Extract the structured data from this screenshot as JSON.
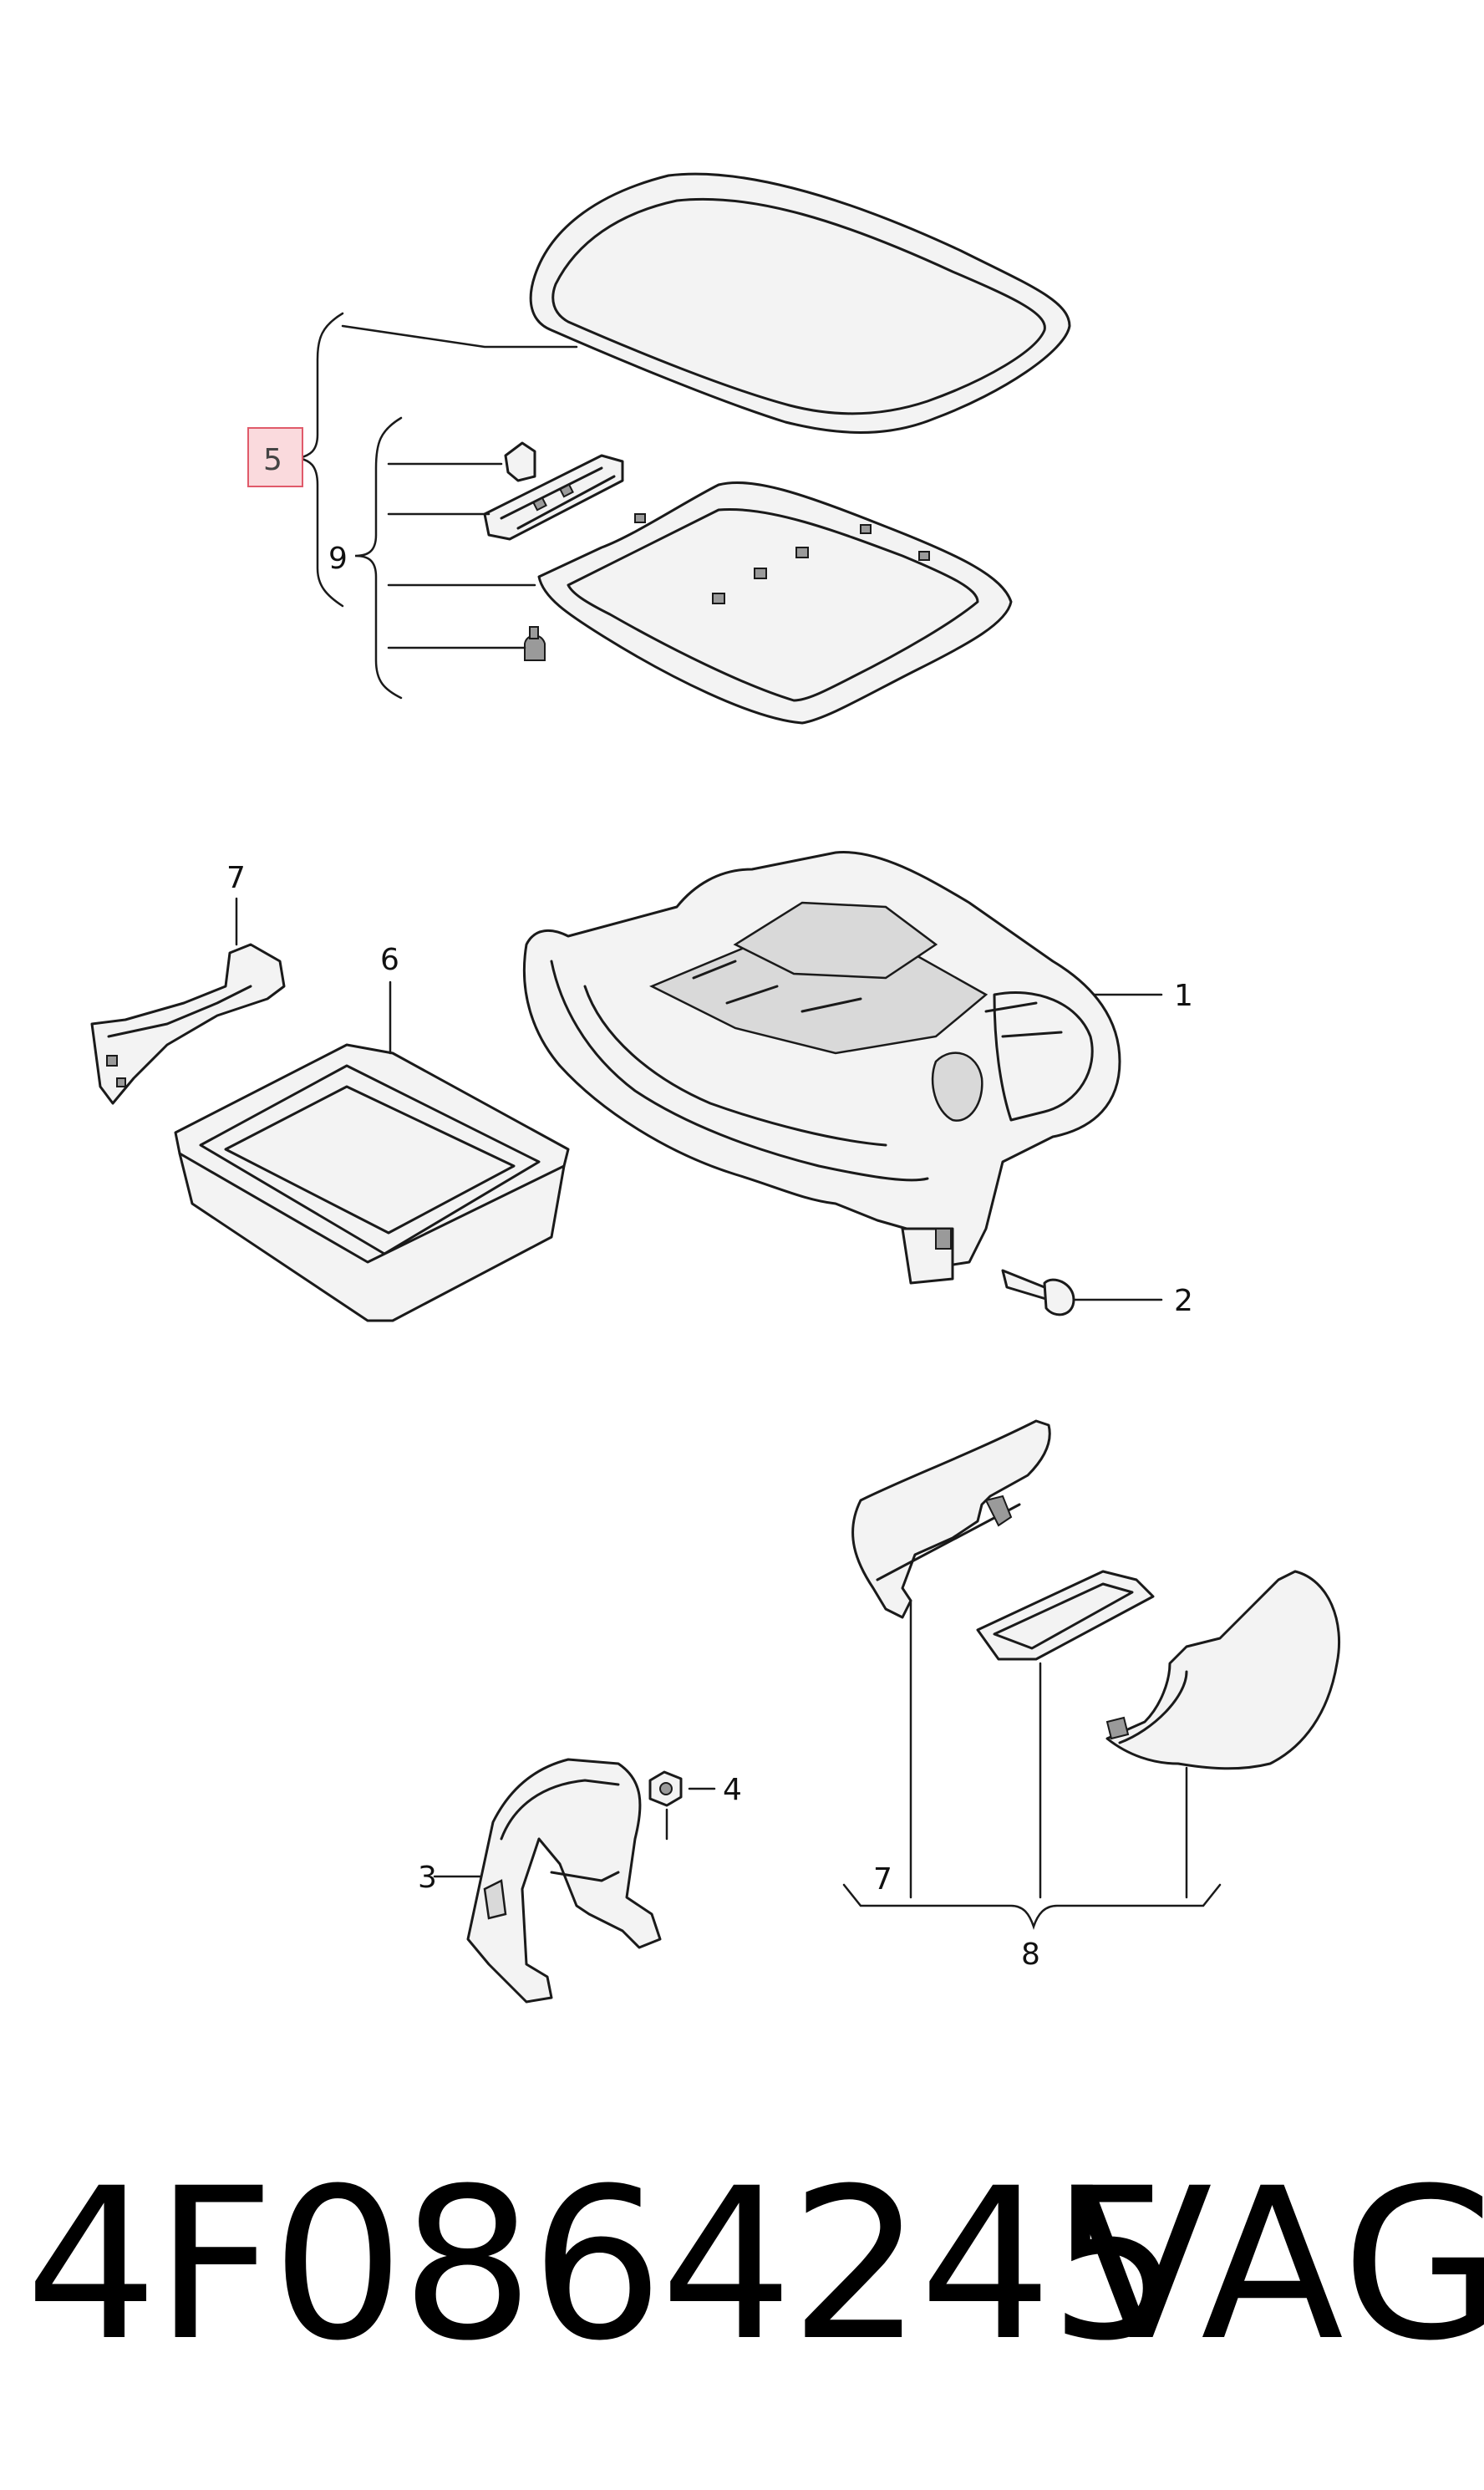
{
  "callouts": {
    "c1": "1",
    "c2": "2",
    "c3": "3",
    "c4": "4",
    "c5": "5",
    "c6": "6",
    "c7a": "7",
    "c7b": "7",
    "c8": "8",
    "c9": "9"
  },
  "highlight_color": "#fadadd",
  "footer": {
    "part_number": "4F0864245",
    "brand": "VAG"
  }
}
